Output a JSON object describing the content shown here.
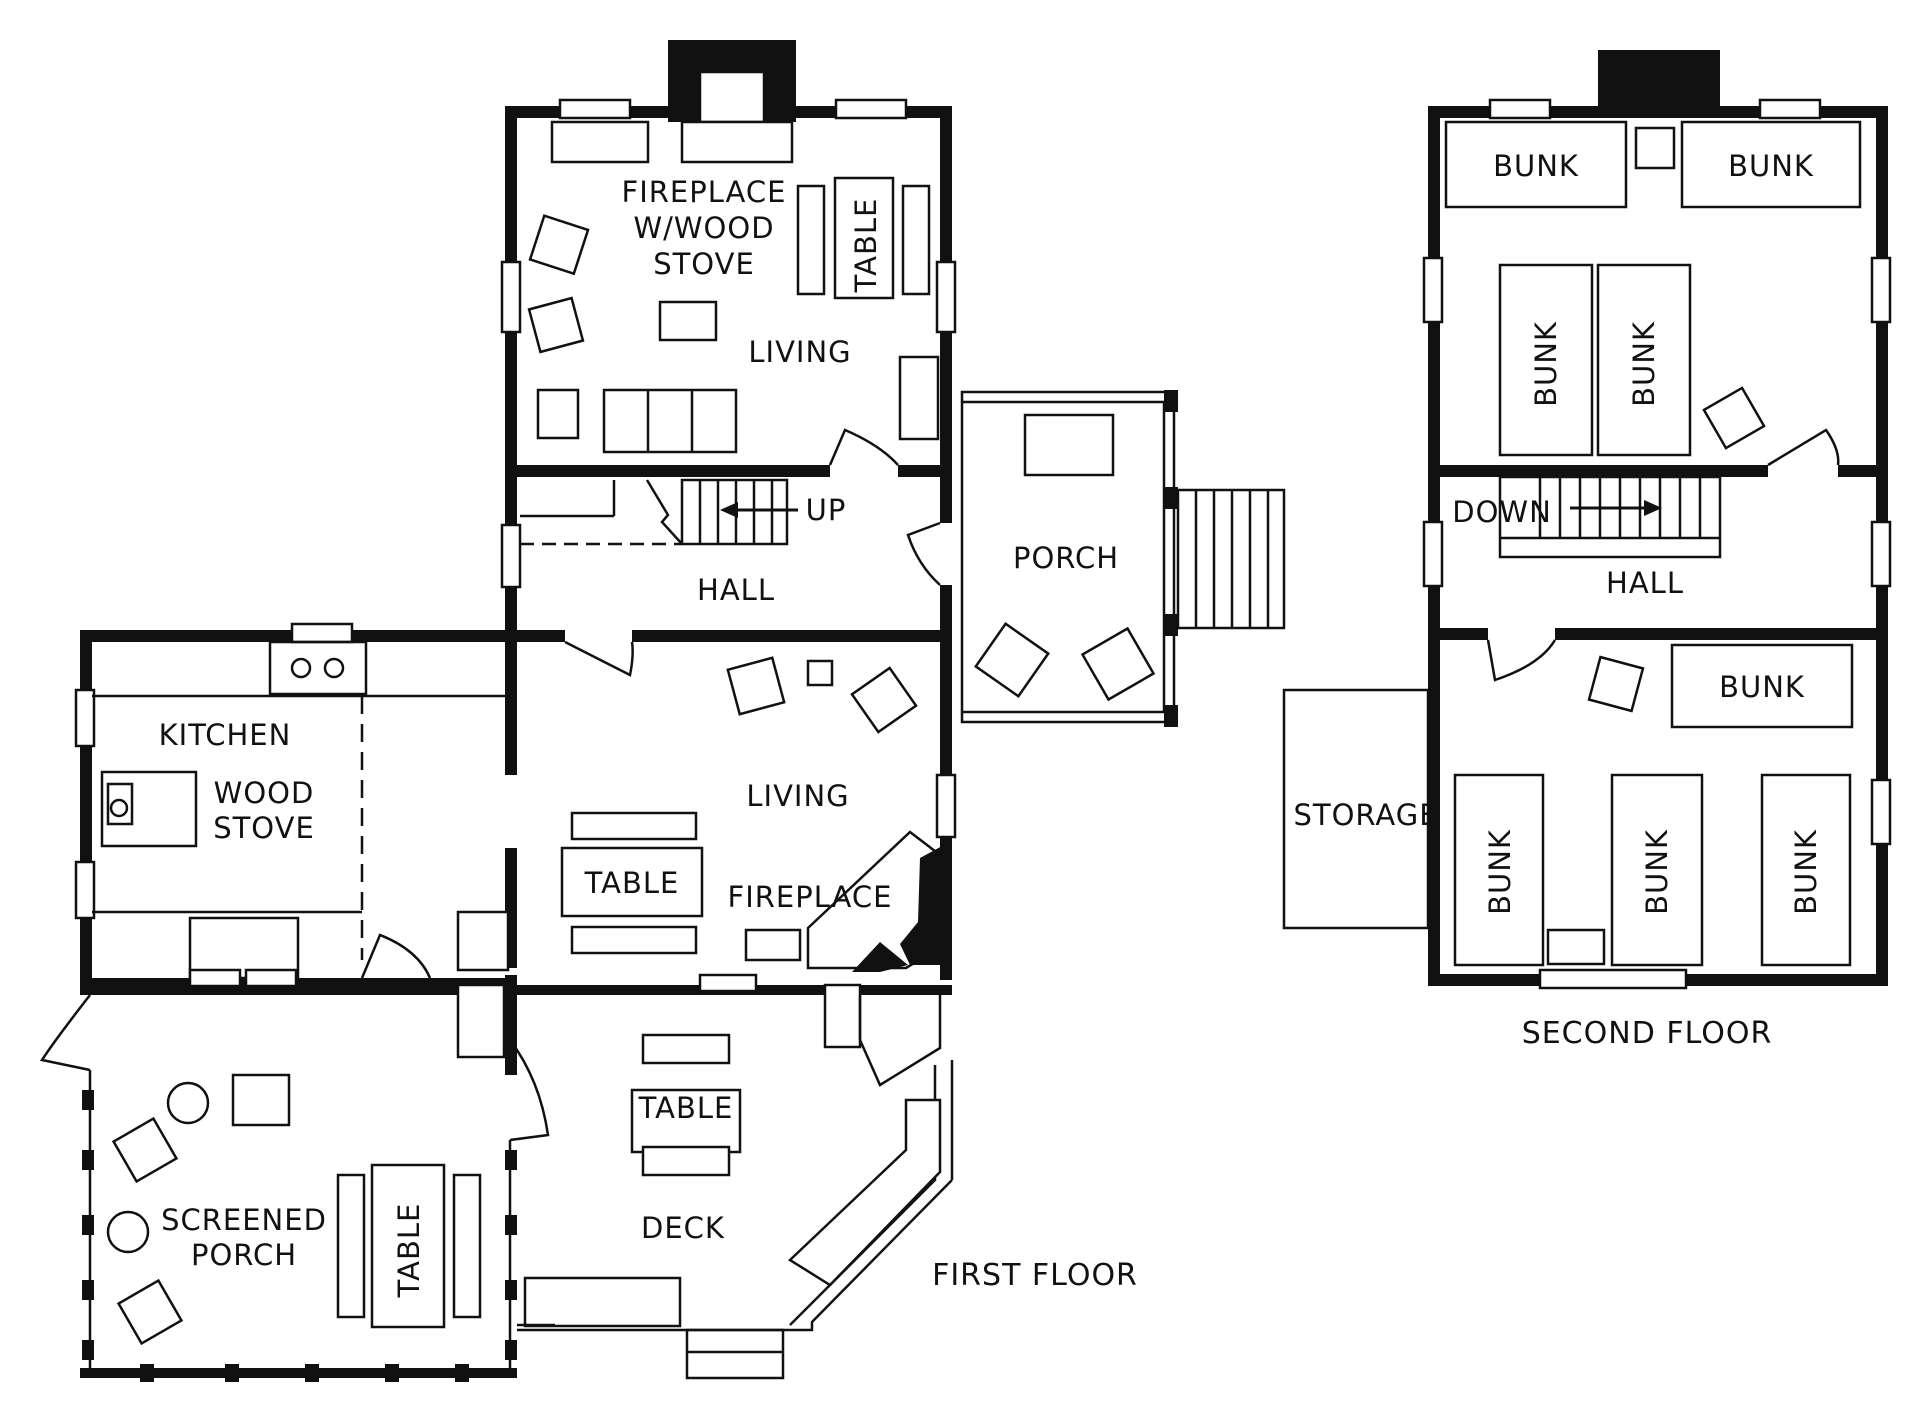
{
  "first_floor": {
    "title": "FIRST FLOOR",
    "rooms": {
      "fireplace_line1": "FIREPLACE",
      "fireplace_line2": "W/WOOD",
      "fireplace_line3": "STOVE",
      "living_upper": "LIVING",
      "table_upper": "TABLE",
      "up": "UP",
      "hall": "HALL",
      "porch": "PORCH",
      "kitchen": "KITCHEN",
      "wood_stove_line1": "WOOD",
      "wood_stove_line2": "STOVE",
      "living_lower": "LIVING",
      "table_living": "TABLE",
      "fireplace_lower": "FIREPLACE",
      "table_deck": "TABLE",
      "deck": "DECK",
      "screened_line1": "SCREENED",
      "screened_line2": "PORCH",
      "table_screened": "TABLE"
    }
  },
  "second_floor": {
    "title": "SECOND FLOOR",
    "rooms": {
      "bunk_top_left": "BUNK",
      "bunk_top_right": "BUNK",
      "bunk_mid_left": "BUNK",
      "bunk_mid_right": "BUNK",
      "down": "DOWN",
      "hall": "HALL",
      "bunk_lower_top": "BUNK",
      "storage": "STORAGE",
      "bunk_bottom_left": "BUNK",
      "bunk_bottom_mid": "BUNK",
      "bunk_bottom_right": "BUNK"
    }
  }
}
